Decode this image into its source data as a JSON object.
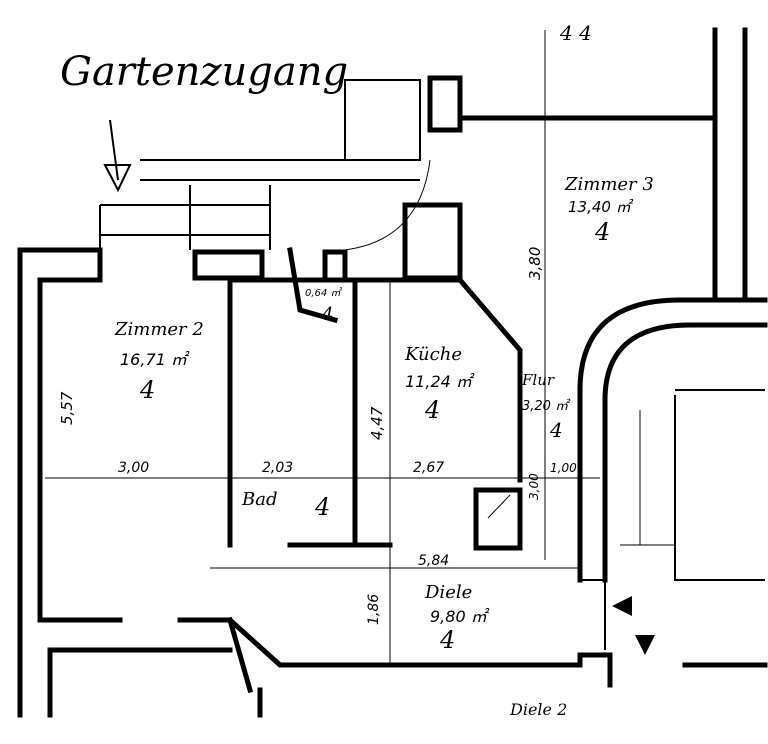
{
  "plan": {
    "annotation": "Gartenzugang",
    "top_partial": "4 4",
    "rooms": [
      {
        "name": "Zimmer 2",
        "area": "16,71 ㎡",
        "code": "4"
      },
      {
        "name": "Bad",
        "code": "4"
      },
      {
        "name": "Küche",
        "area": "11,24 ㎡",
        "code": "4"
      },
      {
        "name": "Flur",
        "area": "3,20 ㎡",
        "code": "4"
      },
      {
        "name": "Zimmer 3",
        "area": "13,40 ㎡",
        "code": "4"
      },
      {
        "name": "Diele",
        "area": "9,80 ㎡",
        "code": "4"
      },
      {
        "name": "Diele 2"
      }
    ],
    "small_room": {
      "area": "0,64 ㎡",
      "code": "4"
    },
    "dimensions": {
      "d557": "5,57",
      "d300": "3,00",
      "d203": "2,03",
      "d447": "4,47",
      "d267": "2,67",
      "d380": "3,80",
      "d300b": "3,00",
      "d100": "1,00",
      "d584": "5,84",
      "d186": "1,86"
    }
  }
}
